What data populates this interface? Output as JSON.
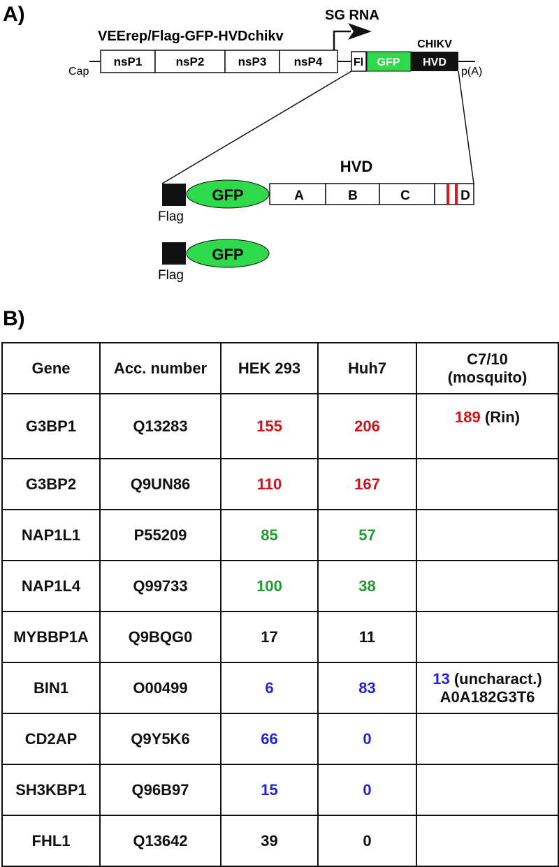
{
  "panel_a": {
    "label": "A)",
    "construct_name": "VEErep/Flag-GFP-HVDchikv",
    "sg_rna": "SG RNA",
    "cap": "Cap",
    "polya": "p(A)",
    "ns_boxes": [
      "nsP1",
      "nsP2",
      "nsP3",
      "nsP4"
    ],
    "fl_box": "Fl",
    "gfp_box": "GFP",
    "hvd_box": "HVD",
    "chikv_label": "CHIKV",
    "hvd_title": "HVD",
    "gfp_oval": "GFP",
    "hvd_domains": [
      "A",
      "B",
      "C",
      "D"
    ],
    "flag_label": "Flag",
    "gfp_oval_2": "GFP",
    "flag_label_2": "Flag",
    "colors": {
      "gfp": "#2ed94b",
      "red_mark": "#e01a1a",
      "black": "#111111"
    }
  },
  "panel_b": {
    "label": "B)",
    "headers": [
      "Gene",
      "Acc. number",
      "HEK 293",
      "Huh7",
      "C7/10",
      "(mosquito)"
    ],
    "rows": [
      {
        "gene": "G3BP1",
        "acc": "Q13283",
        "hek": "155",
        "huh": "206",
        "c7_num": "189",
        "c7_text": " (Rin)",
        "c7_line2": "",
        "color": "red"
      },
      {
        "gene": "G3BP2",
        "acc": "Q9UN86",
        "hek": "110",
        "huh": "167",
        "c7_num": "",
        "c7_text": "",
        "c7_line2": "",
        "color": "red"
      },
      {
        "gene": "NAP1L1",
        "acc": "P55209",
        "hek": "85",
        "huh": "57",
        "c7_num": "",
        "c7_text": "",
        "c7_line2": "",
        "color": "green"
      },
      {
        "gene": "NAP1L4",
        "acc": "Q99733",
        "hek": "100",
        "huh": "38",
        "c7_num": "",
        "c7_text": "",
        "c7_line2": "",
        "color": "green"
      },
      {
        "gene": "MYBBP1A",
        "acc": "Q9BQG0",
        "hek": "17",
        "huh": "11",
        "c7_num": "",
        "c7_text": "",
        "c7_line2": "",
        "color": "black"
      },
      {
        "gene": "BIN1",
        "acc": "O00499",
        "hek": "6",
        "huh": "83",
        "c7_num": "13",
        "c7_text": " (uncharact.)",
        "c7_line2": "A0A182G3T6",
        "color": "blue"
      },
      {
        "gene": "CD2AP",
        "acc": "Q9Y5K6",
        "hek": "66",
        "huh": "0",
        "c7_num": "",
        "c7_text": "",
        "c7_line2": "",
        "color": "blue"
      },
      {
        "gene": "SH3KBP1",
        "acc": "Q96B97",
        "hek": "15",
        "huh": "0",
        "c7_num": "",
        "c7_text": "",
        "c7_line2": "",
        "color": "blue"
      },
      {
        "gene": "FHL1",
        "acc": "Q13642",
        "hek": "39",
        "huh": "0",
        "c7_num": "",
        "c7_text": "",
        "c7_line2": "",
        "color": "black"
      }
    ]
  }
}
